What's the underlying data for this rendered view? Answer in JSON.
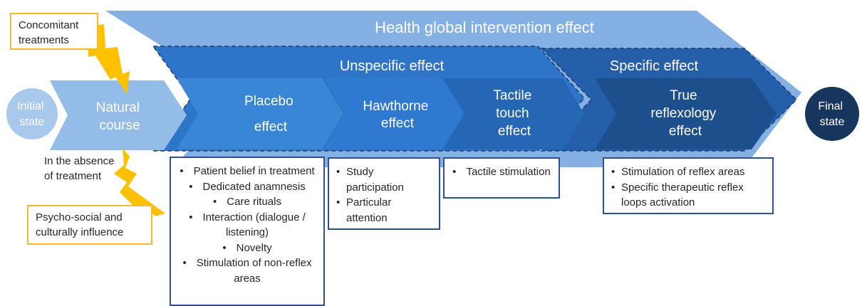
{
  "colors": {
    "global_arrow": "#84b0e4",
    "unspecific_band": "#2e74c9",
    "specific_band": "#255ea9",
    "placebo": "#3a86d6",
    "hawthorne": "#2f7ad0",
    "tactile": "#2566b5",
    "true_reflexology": "#1e4f8d",
    "natural_course": "#94bce8",
    "initial_state": "#a9c9ec",
    "final_state": "#17365d",
    "lightning": "#ffc000",
    "box_border": "#2f4f8f",
    "note_border": "#f5b82e"
  },
  "labels": {
    "global": "Health global intervention effect",
    "unspecific": "Unspecific effect",
    "specific": "Specific effect",
    "initial": [
      "Initial",
      "state"
    ],
    "natural": [
      "Natural",
      "course"
    ],
    "placebo": [
      "Placebo",
      "effect"
    ],
    "hawthorne": [
      "Hawthorne",
      "effect"
    ],
    "tactile": [
      "Tactile",
      "touch",
      "effect"
    ],
    "true_reflexology": [
      "True",
      "reflexology",
      "effect"
    ],
    "final": [
      "Final",
      "state"
    ]
  },
  "notes": {
    "concomitant": "Concomitant treatments",
    "absence": "In the absence of treatment",
    "psycho": "Psycho-social and culturally influence"
  },
  "boxes": {
    "placebo": [
      "Patient belief in treatment",
      "Dedicated anamnesis",
      "Care rituals",
      "Interaction (dialogue / listening)",
      "Novelty",
      "Stimulation  of non-reflex areas"
    ],
    "hawthorne": [
      "Study participation",
      "Particular attention"
    ],
    "tactile": [
      "Tactile stimulation"
    ],
    "specific": [
      "Stimulation of reflex areas",
      "Specific therapeutic reflex loops activation"
    ]
  },
  "icons": {
    "top_bolt": "lightning-bolt-icon",
    "bottom_bolt": "lightning-bolt-icon"
  }
}
